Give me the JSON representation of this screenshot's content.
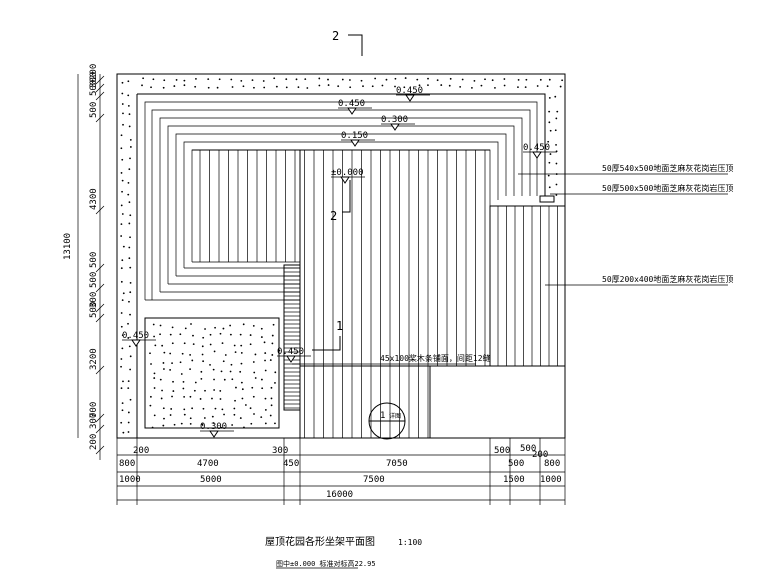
{
  "drawing": {
    "title": "屋顶花园各形坐架平面图",
    "scale": "1:100",
    "subtitle": "图中±0.000 标准对标高22.95",
    "section_marks": [
      "2",
      "2",
      "1"
    ],
    "detail_callout": {
      "number": "1",
      "sheet": "详图"
    },
    "levels": [
      "0.450",
      "0.450",
      "0.300",
      "0.150",
      "0.450",
      "±0.000",
      "0.450",
      "0.450",
      "0.300"
    ],
    "leader_notes": [
      "50厚540x500地面芝麻灰花岗岩压顶",
      "50厚500x500地面芝麻灰花岗岩压顶",
      "50厚200x400地面芝麻灰花岗岩压顶",
      "45x100桨木条铺面，间距12缝"
    ],
    "dims_left": {
      "overall": "13100",
      "segments": [
        "200",
        "300",
        "500",
        "500",
        "4300",
        "500",
        "500",
        "300",
        "500",
        "3200",
        "700",
        "300",
        "200"
      ]
    },
    "dims_bottom_row1": [
      "200",
      "300",
      "500",
      "500",
      "200"
    ],
    "dims_bottom_row2": [
      "800",
      "4700",
      "450",
      "7050",
      "500",
      "800"
    ],
    "dims_bottom_row3": [
      "1000",
      "5000",
      "7500",
      "1500",
      "1000"
    ],
    "dims_bottom_overall": "16000"
  }
}
